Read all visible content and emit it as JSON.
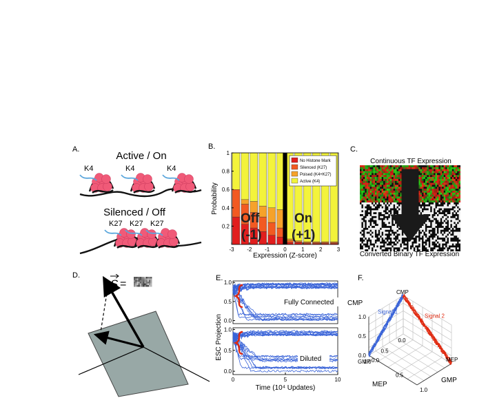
{
  "panels": {
    "a": {
      "label": "A.",
      "active_title": "Active / On",
      "silenced_title": "Silenced / Off",
      "active_marks": [
        "K4",
        "K4",
        "K4"
      ],
      "silenced_marks": [
        "K27",
        "K27",
        "K27"
      ],
      "colors": {
        "nucleosome": "#f05a78",
        "tail": "#5aa6dc",
        "dna": "#111111"
      }
    },
    "b": {
      "label": "B.",
      "off_text": "Off",
      "off_value": "(-1)",
      "on_text": "On",
      "on_value": "(+1)"
    },
    "c": {
      "label": "C.",
      "top_text": "Continuous TF Expression",
      "bottom_text": "Converted Binary TF Expression"
    },
    "d": {
      "label": "D.",
      "vector_symbol": "S",
      "equals": "="
    },
    "e": {
      "label": "E.",
      "ylabel": "ESC Projection",
      "xlabel": "Time (10⁴ Updates)",
      "top_annotation": "Fully Connected",
      "bottom_annotation": "Diluted",
      "xticks": [
        "0",
        "5",
        "10"
      ],
      "yticks": [
        "0.0",
        "0.5",
        "1.0"
      ],
      "line_color": "#3a64d8",
      "brace_color": "#e02a10"
    },
    "f": {
      "label": "F.",
      "zlabel": "CMP",
      "corner_cmp": "CMP",
      "corner_mep": "MEP",
      "corner_gmp": "GMP",
      "signal1": "Signal 1",
      "signal2": "Signal 2",
      "mep_axis_label": "MEP",
      "gmp_axis_label": "GMP",
      "z_ticks": [
        "1.0",
        "0.5",
        "0.0"
      ],
      "mep_ticks": [
        "1.0",
        "0.5",
        "0.0"
      ],
      "gmp_ticks": [
        "0.0",
        "0.5",
        "1.0"
      ],
      "signal1_color": "#3a64d8",
      "signal2_color": "#e02a10"
    }
  },
  "chart_data": {
    "type": "bar",
    "title": "",
    "xlabel": "Expression (Z-score)",
    "ylabel": "Probability",
    "xlim": [
      -3,
      3
    ],
    "ylim": [
      0,
      1.0
    ],
    "xticks": [
      -3,
      -2,
      -1,
      0,
      1,
      2,
      3
    ],
    "yticks": [
      0.2,
      0.4,
      0.6,
      0.8,
      1.0
    ],
    "bin_edges": [
      -3,
      -2.5,
      -2,
      -1.5,
      -1,
      -0.5,
      0,
      0.5,
      1,
      1.5,
      2,
      2.5,
      3
    ],
    "legend_position": "top-right",
    "series": [
      {
        "name": "No Histone Mark",
        "color": "#e11e1e",
        "values": [
          0.3,
          0.22,
          0.18,
          0.14,
          0.1,
          0.08,
          0.02,
          0.02,
          0.01,
          0.01,
          0.01,
          0.01
        ]
      },
      {
        "name": "Silenced (K27)",
        "color": "#f25a22",
        "values": [
          0.3,
          0.22,
          0.17,
          0.16,
          0.14,
          0.1,
          0.02,
          0.01,
          0.01,
          0.01,
          0.01,
          0.01
        ]
      },
      {
        "name": "Poised (K4+K27)",
        "color": "#f6a22a",
        "values": [
          0.0,
          0.05,
          0.12,
          0.12,
          0.16,
          0.2,
          0.02,
          0.01,
          0.01,
          0.01,
          0.01,
          0.01
        ]
      },
      {
        "name": "Active (K4)",
        "color": "#f3f33b",
        "values": [
          0.4,
          0.51,
          0.53,
          0.58,
          0.6,
          0.62,
          0.94,
          0.96,
          0.97,
          0.97,
          0.97,
          0.97
        ]
      }
    ]
  }
}
